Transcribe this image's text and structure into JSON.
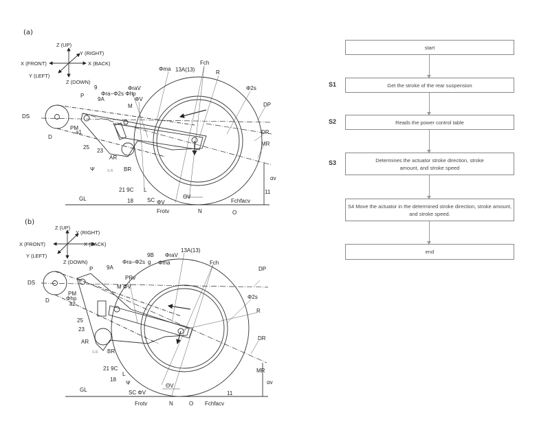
{
  "figure_a": {
    "title": "(a)",
    "axes": [
      "Z (UP)",
      "Y (RIGHT)",
      "X (FRONT)",
      "X (BACK)",
      "Y (LEFT)",
      "Z (DOWN)"
    ],
    "labels": [
      "Φma",
      "13A(13)",
      "Fch",
      "R",
      "Φ2s",
      "ΦraV",
      "9",
      "Φra−Φ2s Φhp",
      "9A",
      "P",
      "ΦV",
      "M",
      "DP",
      "DS",
      "PM",
      "a1",
      "D",
      "DR",
      "MR",
      "25",
      "23",
      "AR",
      "Ψ",
      "S.R.",
      "BR",
      "αv",
      "11",
      "21 9C",
      "18",
      "L",
      "SC",
      "ΦV",
      "ΘV",
      "Fchfacv",
      "GL",
      "Frotv",
      "N",
      "O"
    ]
  },
  "figure_b": {
    "title": "(b)",
    "axes": [
      "Z (UP)",
      "Y (RIGHT)",
      "X (FRONT)",
      "X (BACK)",
      "Y (LEFT)",
      "Z (DOWN)"
    ],
    "labels": [
      "P",
      "9A",
      "Φra−Φ2s",
      "9B",
      "g",
      "Φma",
      "ΦraV",
      "13A(13)",
      "Fch",
      "DP",
      "DS",
      "PRv",
      "M ΦV",
      "PM",
      "Φhp",
      "a2",
      "D",
      "Φ2s",
      "R",
      "25",
      "23",
      "AR",
      "DR",
      "S.R.",
      "BR",
      "21 9C",
      "L",
      "18",
      "MR",
      "αv",
      "Ψ",
      "ΘV",
      "GL",
      "SC ΦV",
      "11",
      "Frotv",
      "N",
      "O",
      "Fchfacv"
    ]
  },
  "flowchart": {
    "start": "start",
    "steps": [
      {
        "id": "S1",
        "text": "Get the stroke of the rear suspension"
      },
      {
        "id": "S2",
        "text": "Reads the power control table"
      },
      {
        "id": "S3",
        "text": "Determines the actuator stroke direction, stroke amount, and stroke speed"
      },
      {
        "id": "",
        "text": "S4 Move the actuator in the determined stroke direction, stroke amount, and stroke speed."
      }
    ],
    "end": "end"
  }
}
